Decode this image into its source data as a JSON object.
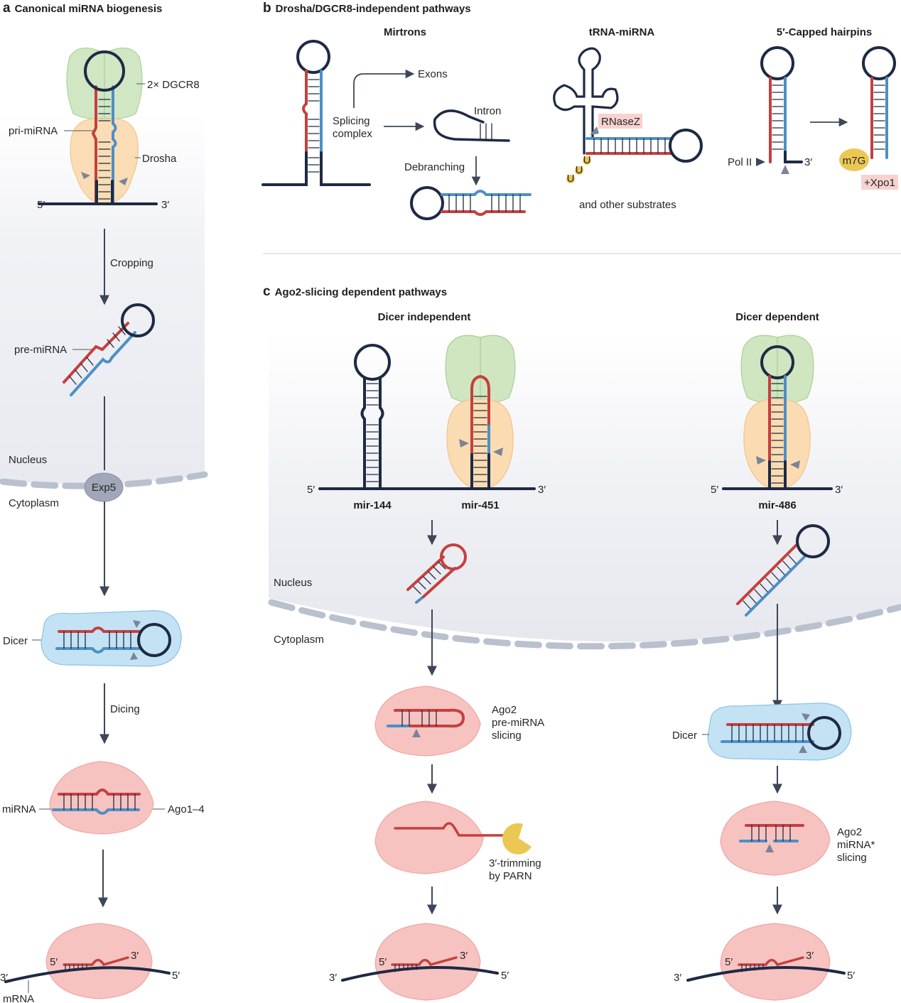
{
  "colors": {
    "strand_dark": "#1e2a44",
    "strand_red": "#c4403f",
    "strand_blue": "#4d8fc6",
    "dgcr8_fill": "#cfe6c1",
    "drosha_fill": "#fbdcb2",
    "dicer_fill": "#c3e2f4",
    "ago_fill": "#f7c3c1",
    "exp5_fill": "#a0a7b8",
    "cap_fill": "#ebc854",
    "nucleus_fill": "#eceef3",
    "envelope": "#b9c0ce",
    "arrow": "#3d4659",
    "highlight": "#f8d2cf"
  },
  "panel_a": {
    "letter": "a",
    "title": "Canonical miRNA biogenesis",
    "labels": {
      "dgcr8": "2× DGCR8",
      "pri_mirna": "pri-miRNA",
      "drosha": "Drosha",
      "five_prime": "5′",
      "three_prime": "3′",
      "cropping": "Cropping",
      "pre_mirna": "pre-miRNA",
      "nucleus": "Nucleus",
      "exp5": "Exp5",
      "cytoplasm": "Cytoplasm",
      "dicer": "Dicer",
      "dicing": "Dicing",
      "mirna": "miRNA",
      "ago": "Ago1–4",
      "mrna_five": "5′",
      "mrna_three": "3′",
      "target_three": "3′",
      "target_five": "5′",
      "mrna": "mRNA"
    }
  },
  "panel_b": {
    "letter": "b",
    "title": "Drosha/DGCR8-independent pathways",
    "mirtrons": {
      "subtitle": "Mirtrons",
      "exons": "Exons",
      "splicing_line1": "Splicing",
      "splicing_line2": "complex",
      "intron": "Intron",
      "debranching": "Debranching"
    },
    "trna": {
      "subtitle": "tRNA-miRNA",
      "rnasez": "RNaseZ",
      "uridine": "U",
      "other": "and other substrates"
    },
    "capped": {
      "subtitle": "5′-Capped hairpins",
      "pol2": "Pol II",
      "three_prime": "3′",
      "m7g": "m7G",
      "xpo1": "+Xpo1"
    }
  },
  "panel_c": {
    "letter": "c",
    "title": "Ago2-slicing dependent pathways",
    "dicer_independent": {
      "subtitle": "Dicer independent",
      "five_prime": "5′",
      "three_prime": "3′",
      "mir144": "mir-144",
      "mir451": "mir-451",
      "nucleus": "Nucleus",
      "cytoplasm": "Cytoplasm",
      "slicing_line1": "Ago2",
      "slicing_line2": "pre-miRNA",
      "slicing_line3": "slicing",
      "trim_line1": "3′-trimming",
      "trim_line2": "by PARN",
      "mature_five": "5′",
      "mature_three": "3′",
      "target_three": "3′",
      "target_five": "5′"
    },
    "dicer_dependent": {
      "subtitle": "Dicer dependent",
      "five_prime": "5′",
      "three_prime": "3′",
      "mir486": "mir-486",
      "dicer": "Dicer",
      "slicing_line1": "Ago2",
      "slicing_line2": "miRNA*",
      "slicing_line3": "slicing",
      "mature_five": "5′",
      "mature_three": "3′",
      "target_three": "3′",
      "target_five": "5′"
    }
  }
}
